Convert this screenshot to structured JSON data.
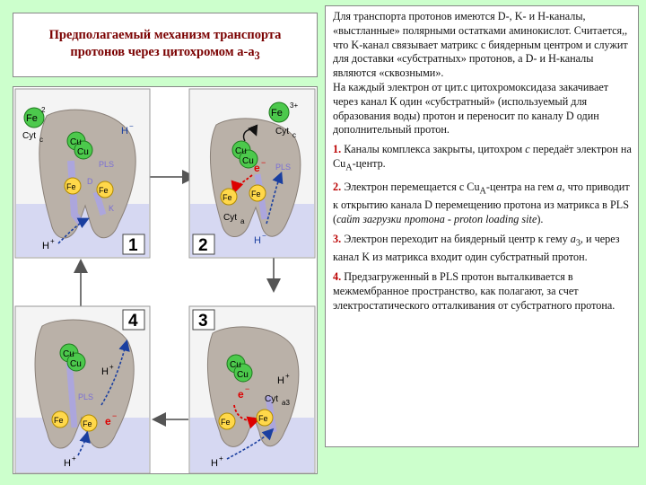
{
  "title": {
    "line1": "Предполагаемый механизм транспорта",
    "line2": "протонов  через цитохромом a-a",
    "line2_sub": "3"
  },
  "panels": [
    {
      "number": "1",
      "labels": {
        "fe_top": "Fe",
        "fe_top_sup": "2",
        "cyt_top": "Cyt",
        "cyt_top_sub": "c",
        "cu": "Cu",
        "cu2": "Cu",
        "h_minus": "H",
        "h_minus_sup": "−",
        "pls": "PLS",
        "d": "D",
        "fe_a": "Fe",
        "fe_b": "Fe",
        "k": "K",
        "h_plus": "H",
        "h_plus_sup": "+"
      }
    },
    {
      "number": "2",
      "labels": {
        "fe_top": "Fe",
        "fe_top_sup": "3+",
        "cyt_top": "Cyt",
        "cyt_top_sub": "c",
        "cu": "Cu",
        "cu2": "Cu",
        "e": "e",
        "e_sup": "−",
        "pls": "PLS",
        "fe_a": "Fe",
        "fe_b": "Fe",
        "cyt_a": "Cyt",
        "cyt_a_sub": "a",
        "h_minus": "H",
        "h_minus_sup": "−"
      }
    },
    {
      "number": "3",
      "labels": {
        "cu": "Cu",
        "cu2": "Cu",
        "e": "e",
        "e_sup": "−",
        "h_plus_top": "H",
        "h_plus_top_sup": "+",
        "cyt_a3": "Cyt",
        "cyt_a3_sub": "a3",
        "fe_a": "Fe",
        "fe_b": "Fe",
        "h_plus_bottom": "H",
        "h_plus_bottom_sup": "+"
      }
    },
    {
      "number": "4",
      "labels": {
        "cu": "Cu",
        "cu2": "Cu",
        "h_plus_top": "H",
        "h_plus_top_sup": "+",
        "pls": "PLS",
        "fe_a": "Fe",
        "fe_b": "Fe",
        "e": "e",
        "e_sup": "−",
        "h_plus_bottom": "H",
        "h_plus_bottom_sup": "+"
      }
    }
  ],
  "text": {
    "intro": "Для транспорта протонов имеются D-, K- и H-каналы, «выстланные» полярными остатками аминокислот. Считается,, что K-канал связывает матрикс с биядерным центром и служит для доставки «субстратных» протонов, а  D- и H-каналы являются «сквозными».",
    "electron": "На каждый электрон от цит.c цитохромоксидаза закачивает через канал К один «субстратный» (используемый для образования воды) протон  и переносит по каналу D один дополнительный протон.",
    "step1_num": "1.",
    "step1_a": " Каналы комплекса закрыты,  цитохром ",
    "step1_c": "c",
    "step1_b": " передаёт электрон на Cu",
    "step1_sub": "A",
    "step1_end": "-центр.",
    "step2_num": "2.",
    "step2_a": " Электрон  перемещается с Cu",
    "step2_sub": "A",
    "step2_b": "-центра на гем ",
    "step2_i": "a",
    "step2_c": ", что приводит к открытию канала D перемещению протона из матрикса в PLS (",
    "step2_paren": "сайт загрузки протона - proton loading site",
    "step2_end": ").",
    "step3_num": "3.",
    "step3_a": " Электрон переходит на биядерный центр к гему ",
    "step3_i": "a",
    "step3_sub": "3",
    "step3_b": ",  и через канал K из матрикса входит один субстратный протон.",
    "step4_num": "4.",
    "step4_a": " Предзагруженный в PLS  протон выталкивается в межмембранное пространство, как полагают, за счет электростатического отталкивания от субстратного протона."
  }
}
